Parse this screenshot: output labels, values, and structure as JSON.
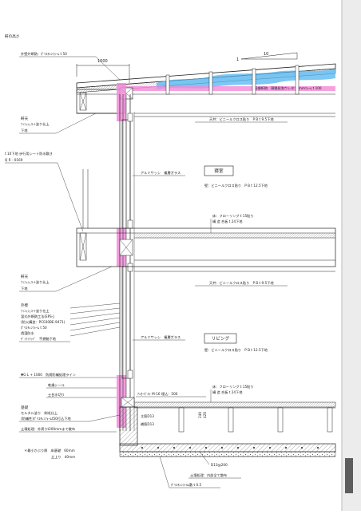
{
  "header": {
    "title": "軒の高さ"
  },
  "roof": {
    "outer_insulation": "外壁外断熱：ﾎﾟﾘｽﾁﾚﾝﾌｫｰﾑ t 50",
    "dimension": "1000",
    "slope_run": "10",
    "slope_rise": "1",
    "roof_insulation": "屋根断熱：現場発泡ウレタン mmﾌｫｰﾑ t 100"
  },
  "left_notes": {
    "eave_ceiling": [
      "軒天",
      "ﾌｨﾆｯｼｭｺｰﾄ塗り仕上",
      "下地"
    ],
    "balcony": [
      "t 10下地 歩行用シート防水敷き",
      "Q R - 0169"
    ],
    "eave_ceiling_2": [
      "軒天",
      "ﾌｨﾆｯｼｭｺｰﾄ塗り仕上",
      "下地"
    ],
    "exterior_wall": [
      "外壁",
      "ﾌｨﾆｯｼｭｺｰﾄ塗り仕上",
      "湿式外断熱工法(EPS-J",
      "(防火構造：PC030BE-9471)",
      "ﾎﾟﾘｽﾁﾚﾝﾌｫｰﾑ t 50",
      "透湿防水",
      "ﾃﾞｨﾌｨﾘｯﾄﾞ　不燃軸下地"
    ],
    "gl_line": "▼G L + 1000　防腐防蟻処理ライン",
    "sealant": "乾燥シール",
    "drip": "土台水切り",
    "foundation": [
      "基礎",
      "モルタル塗り　刷毛仕上",
      "(防蟻性)ﾎﾟﾘｽﾁﾚﾝﾌｫｰﾑt50打込下地"
    ],
    "soil": "土壌処理：外周りt200mmまで散布",
    "thickness": [
      "＊最小かぶり厚　床基礎　60mm",
      "立上り　40mm"
    ]
  },
  "room_upper": {
    "ceiling": "天井：ビニールクロス貼り　P B t 9.5下地",
    "sash": "アルミサッシ　複層ガラス",
    "name": "寝室",
    "wall": "壁：ビニールクロス貼り　P B t 12.5下地",
    "floor": [
      "床：フローリング t 15貼り",
      "構 造 合板 t 24下地"
    ]
  },
  "room_lower": {
    "ceiling": "天井：ビニールクロス貼り　P B t 9.5下地",
    "sash": "アルミサッシ　複層ガラス",
    "name": "リビング",
    "wall": "壁：ビニールクロス貼り　P B t 12.5下地",
    "floor": [
      "床：フローリング t 15貼り",
      "構 造 合板 t 24下地"
    ]
  },
  "base": {
    "anchor": "ｱﾝｶｰﾎﾞﾙﾄ M-16 埋込：500",
    "rebar_main": "主筋D13",
    "rebar_stirrup": "補筋D13",
    "rebar_mesh": "D13@200",
    "soil_inner": "土壌処理：内部全て散布",
    "vapor_sheet": "ﾎﾟﾘｴﾁﾚﾝﾌｨﾙﾑ敷 t 0.5",
    "height_a": "240",
    "height_b": "420"
  },
  "colors": {
    "highlight": "#f28ad8",
    "insulation_blue": "#52b6f2",
    "line": "#1f1f1f"
  }
}
